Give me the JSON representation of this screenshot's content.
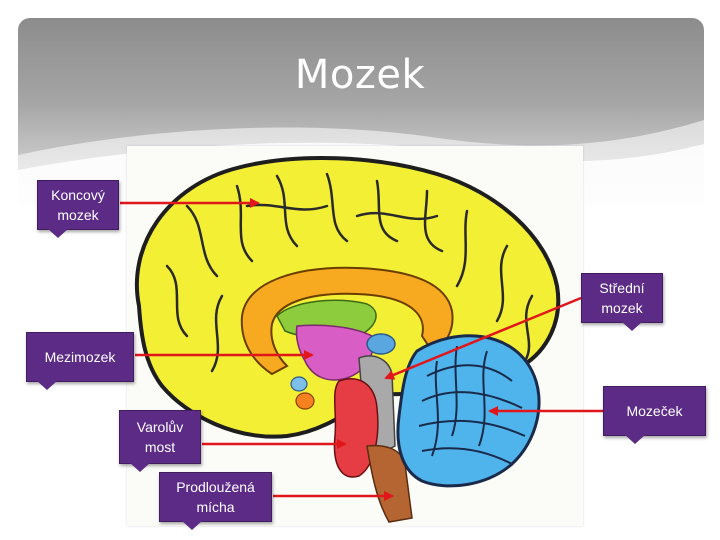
{
  "slide": {
    "title": "Mozek"
  },
  "labels": {
    "koncovy_mozek": [
      "Koncový",
      "mozek"
    ],
    "stredni_mozek": [
      "Střední",
      "mozek"
    ],
    "mezimozek": [
      "Mezimozek"
    ],
    "mozecek": [
      "Mozeček"
    ],
    "varoluv_most": [
      "Varolův",
      "most"
    ],
    "prodlouzena_micha": [
      "Prodloužená",
      "mícha"
    ]
  },
  "colors": {
    "callout_fill": "#5c2b86",
    "arrow": "#e0161b",
    "cerebrum": "#f3ef35",
    "corpus_callosum": "#f7a91f",
    "thalamus": "#8dcc3c",
    "diencephalon": "#d85ec5",
    "midbrain": "#a9a9a9",
    "pons": "#e63c43",
    "medulla": "#b56531",
    "cerebellum": "#4fb4ec"
  }
}
